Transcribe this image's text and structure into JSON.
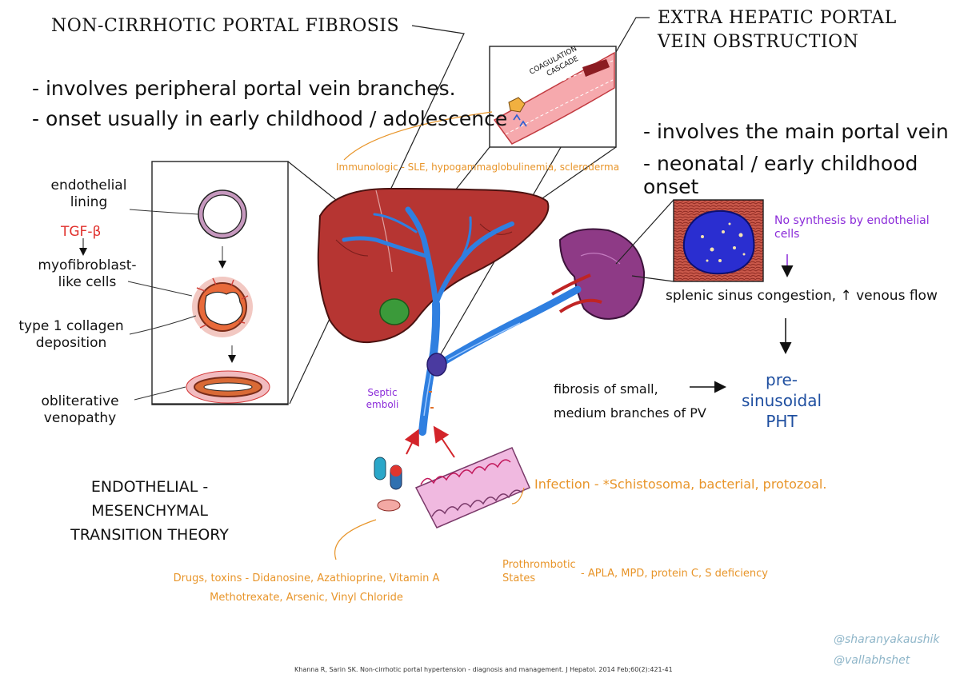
{
  "titles": {
    "ncpf": "NON-CIRRHOTIC PORTAL FIBROSIS",
    "ehpvo_line1": "EXTRA HEPATIC PORTAL",
    "ehpvo_line2": "VEIN OBSTRUCTION"
  },
  "ncpf_points": [
    "- involves peripheral portal vein branches.",
    "- onset usually in early childhood / adolescence"
  ],
  "ehpvo_points": [
    "- involves the main portal vein",
    "- neonatal / early childhood onset"
  ],
  "emt": {
    "endothelial_lining_1": "endothelial",
    "endothelial_lining_2": "lining",
    "tgf": "TGF-β",
    "myofibro_1": "myofibroblast-",
    "myofibro_2": "like cells",
    "collagen_1": "type 1 collagen",
    "collagen_2": "deposition",
    "oblit_1": "obliterative",
    "oblit_2": "venopathy",
    "theory_1": "ENDOTHELIAL - MESENCHYMAL",
    "theory_2": "TRANSITION THEORY"
  },
  "inset": {
    "coag_1": "COAGULATION",
    "coag_2": "CASCADE"
  },
  "labels": {
    "immunologic": "Immunologic - SLE, hypogammaglobulinemia, scleroderma",
    "no_synthesis_1": "No synthesis by endothelial",
    "no_synthesis_2": "cells",
    "splenic": "splenic sinus congestion, ↑ venous flow",
    "fibrosis_1": "fibrosis of small,",
    "fibrosis_2": "medium branches of PV",
    "presin_1": "pre-sinusoidal",
    "presin_2": "PHT",
    "septic_1": "Septic",
    "septic_2": "emboli",
    "infection": "Infection - *Schistosoma, bacterial, protozoal.",
    "drugs_1": "Drugs, toxins - Didanosine, Azathioprine, Vitamin A",
    "drugs_2": "Methotrexate, Arsenic, Vinyl Chloride",
    "prothrombotic_1": "Prothrombotic",
    "prothrombotic_2": "States",
    "prothrombotic_3": "- APLA, MPD, protein C, S deficiency"
  },
  "footer": {
    "citation": "Khanna R, Sarin SK. Non-cirrhotic portal hypertension - diagnosis and management. J Hepatol. 2014 Feb;60(2):421-41",
    "handle1": "@sharanyakaushik",
    "handle2": "@vallabhshet"
  },
  "colors": {
    "liver": "#a8322e",
    "spleen": "#8e3a86",
    "vein": "#2f7fe0",
    "gallbladder": "#3b9a3a",
    "orange_text": "#e8952a",
    "purple_text": "#8b2bd9",
    "red_text": "#e0302c"
  }
}
